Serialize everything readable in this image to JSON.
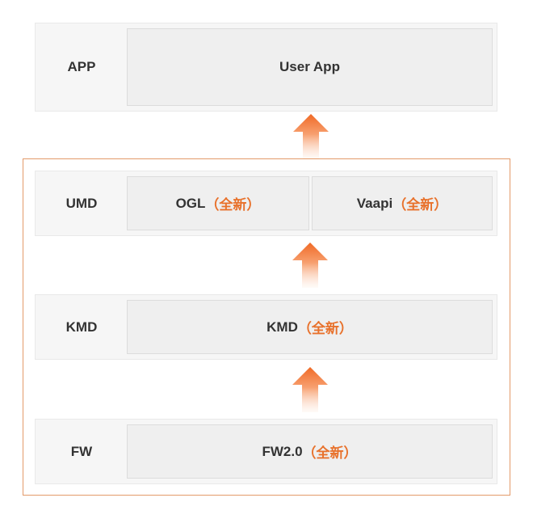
{
  "diagram": {
    "type": "layered-architecture",
    "accent_color": "#e8712b",
    "frame_color": "#e39a6a",
    "layers": [
      {
        "label": "APP",
        "components": [
          {
            "name": "User App",
            "tag": ""
          }
        ]
      },
      {
        "label": "UMD",
        "components": [
          {
            "name": "OGL",
            "tag": "（全新）"
          },
          {
            "name": "Vaapi",
            "tag": "（全新）"
          }
        ]
      },
      {
        "label": "KMD",
        "components": [
          {
            "name": "KMD",
            "tag": "（全新）"
          }
        ]
      },
      {
        "label": "FW",
        "components": [
          {
            "name": "FW2.0",
            "tag": "（全新）"
          }
        ]
      }
    ],
    "arrows": [
      {
        "from": "UMD",
        "to": "APP",
        "direction": "up"
      },
      {
        "from": "KMD",
        "to": "UMD",
        "direction": "up"
      },
      {
        "from": "FW",
        "to": "KMD",
        "direction": "up"
      }
    ]
  }
}
